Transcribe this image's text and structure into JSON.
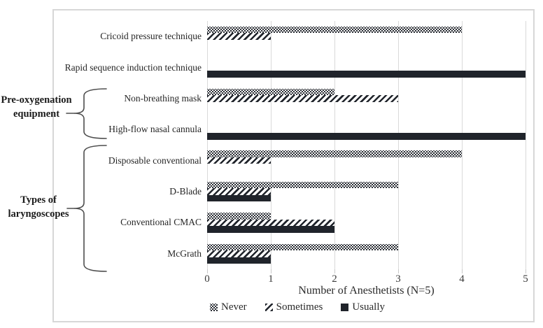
{
  "figure": {
    "xlabel": "Number of Anesthetists (N=5)",
    "x_ticks": [
      0,
      1,
      2,
      3,
      4,
      5
    ],
    "groups": [
      {
        "line1": "Pre-oxygenation",
        "line2": "equipment"
      },
      {
        "line1": "Types of",
        "line2": "laryngoscopes"
      }
    ],
    "colors": {
      "ink": "#20242b",
      "grid": "#d9d9d9",
      "frame": "#d7d7d7"
    }
  },
  "chart_data": {
    "type": "bar",
    "orientation": "horizontal",
    "title": "",
    "xlabel": "Number of Anesthetists (N=5)",
    "xlim": [
      0,
      5
    ],
    "x_ticks": [
      0,
      1,
      2,
      3,
      4,
      5
    ],
    "grid": "vertical",
    "legend_position": "bottom",
    "categories": [
      "Cricoid pressure technique",
      "Rapid sequence induction technique",
      "Non-breathing mask",
      "High-flow nasal cannula",
      "Disposable conventional",
      "D-Blade",
      "Conventional CMAC",
      "McGrath"
    ],
    "category_groups": [
      {
        "label": "Pre-oxygenation equipment",
        "categories": [
          "Non-breathing mask",
          "High-flow nasal cannula"
        ]
      },
      {
        "label": "Types of laryngoscopes",
        "categories": [
          "Disposable conventional",
          "D-Blade",
          "Conventional CMAC",
          "McGrath"
        ]
      }
    ],
    "series": [
      {
        "name": "Never",
        "pattern": "dots",
        "values": [
          4,
          0,
          2,
          0,
          4,
          3,
          1,
          3
        ]
      },
      {
        "name": "Sometimes",
        "pattern": "hatch",
        "values": [
          1,
          0,
          3,
          0,
          1,
          1,
          2,
          1
        ]
      },
      {
        "name": "Usually",
        "pattern": "solid",
        "values": [
          0,
          5,
          0,
          5,
          0,
          1,
          2,
          1
        ]
      }
    ]
  }
}
